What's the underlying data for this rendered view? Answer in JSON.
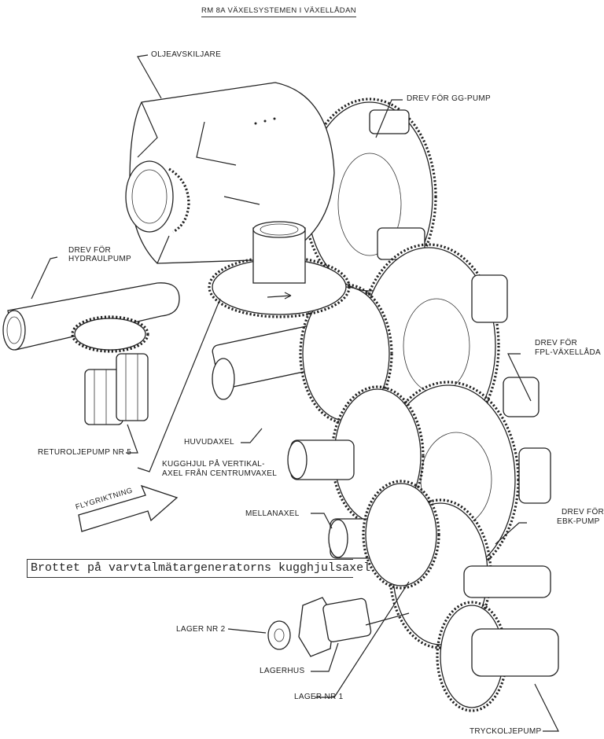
{
  "title": "RM 8A  VÄXELSYSTEMEN I VÄXELLÅDAN",
  "labels": {
    "oljeavskiljare": "OLJEAVSKILJARE",
    "drev_gg_pump": "DREV FÖR GG-PUMP",
    "drev_hydraulpump_1": "DREV FÖR",
    "drev_hydraulpump_2": "HYDRAULPUMP",
    "drev_fpl_1": "DREV FÖR",
    "drev_fpl_2": "FPL-VÄXELLÅDA",
    "returoljepump": "RETUROLJEPUMP NR 5",
    "huvudaxel": "HUVUDAXEL",
    "kugghjul_1": "KUGGHJUL PÅ VERTIKAL-",
    "kugghjul_2": "AXEL FRÅN CENTRUMVAXEL",
    "flygriktning": "FLYGRIKTNING",
    "mellanaxel": "MELLANAXEL",
    "drev_ebk_1": "DREV FÖR",
    "drev_ebk_2": "EBK-PUMP",
    "lager_nr_2": "LAGER NR 2",
    "lagerhus": "LAGERHUS",
    "lager_nr_1": "LAGER NR 1",
    "tryckoljepump": "TRYCKOLJEPUMP"
  },
  "annotation": "Brottet på varvtalmätargeneratorns kugghjulsaxel",
  "icons": {
    "direction_arrow": "flight-direction-arrow"
  }
}
